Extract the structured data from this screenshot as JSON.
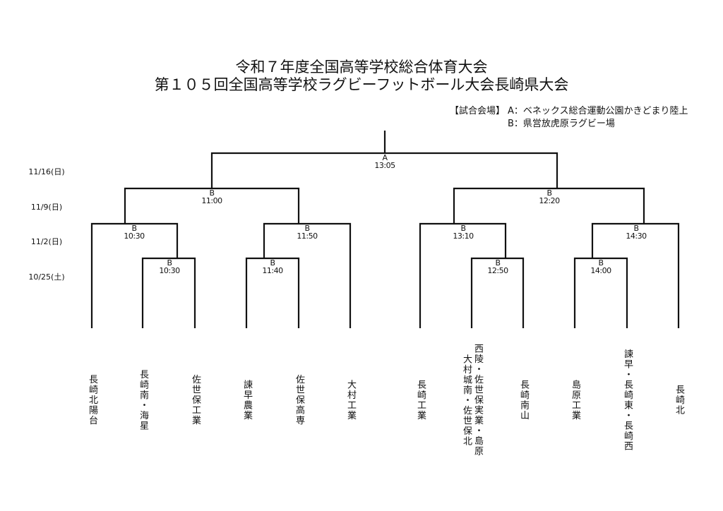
{
  "title": {
    "line1": "令和７年度全国高等学校総合体育大会",
    "line2": "第１０５回全国高等学校ラグビーフットボール大会長崎県大会"
  },
  "venue": {
    "label": "【試合会場】",
    "a": "A：ベネックス総合運動公園かきどまり陸上",
    "b": "B：県営放虎原ラグビー場"
  },
  "dates": [
    "11/16(日)",
    "11/9(日)",
    "11/2(日)",
    "10/25(土)"
  ],
  "matches": {
    "final": {
      "venue": "A",
      "time": "13:05"
    },
    "semi": [
      {
        "venue": "B",
        "time": "11:00"
      },
      {
        "venue": "B",
        "time": "12:20"
      }
    ],
    "quarter": [
      {
        "venue": "B",
        "time": "10:30"
      },
      {
        "venue": "B",
        "time": "11:50"
      },
      {
        "venue": "B",
        "time": "13:10"
      },
      {
        "venue": "B",
        "time": "14:30"
      }
    ],
    "first": [
      {
        "venue": "B",
        "time": "10:30"
      },
      {
        "venue": "B",
        "time": "11:40"
      },
      {
        "venue": "B",
        "time": "12:50"
      },
      {
        "venue": "B",
        "time": "14:00"
      }
    ]
  },
  "teams": [
    "長崎北陽台",
    "長崎南・海星",
    "佐世保工業",
    "諫早農業",
    "佐世保高専",
    "大村工業",
    "長崎工業",
    "西陵・佐世保実業・島原\n大村城南・佐世保北",
    "長崎南山",
    "島原工業",
    "諫早・長崎東・長崎西",
    "長崎北"
  ]
}
